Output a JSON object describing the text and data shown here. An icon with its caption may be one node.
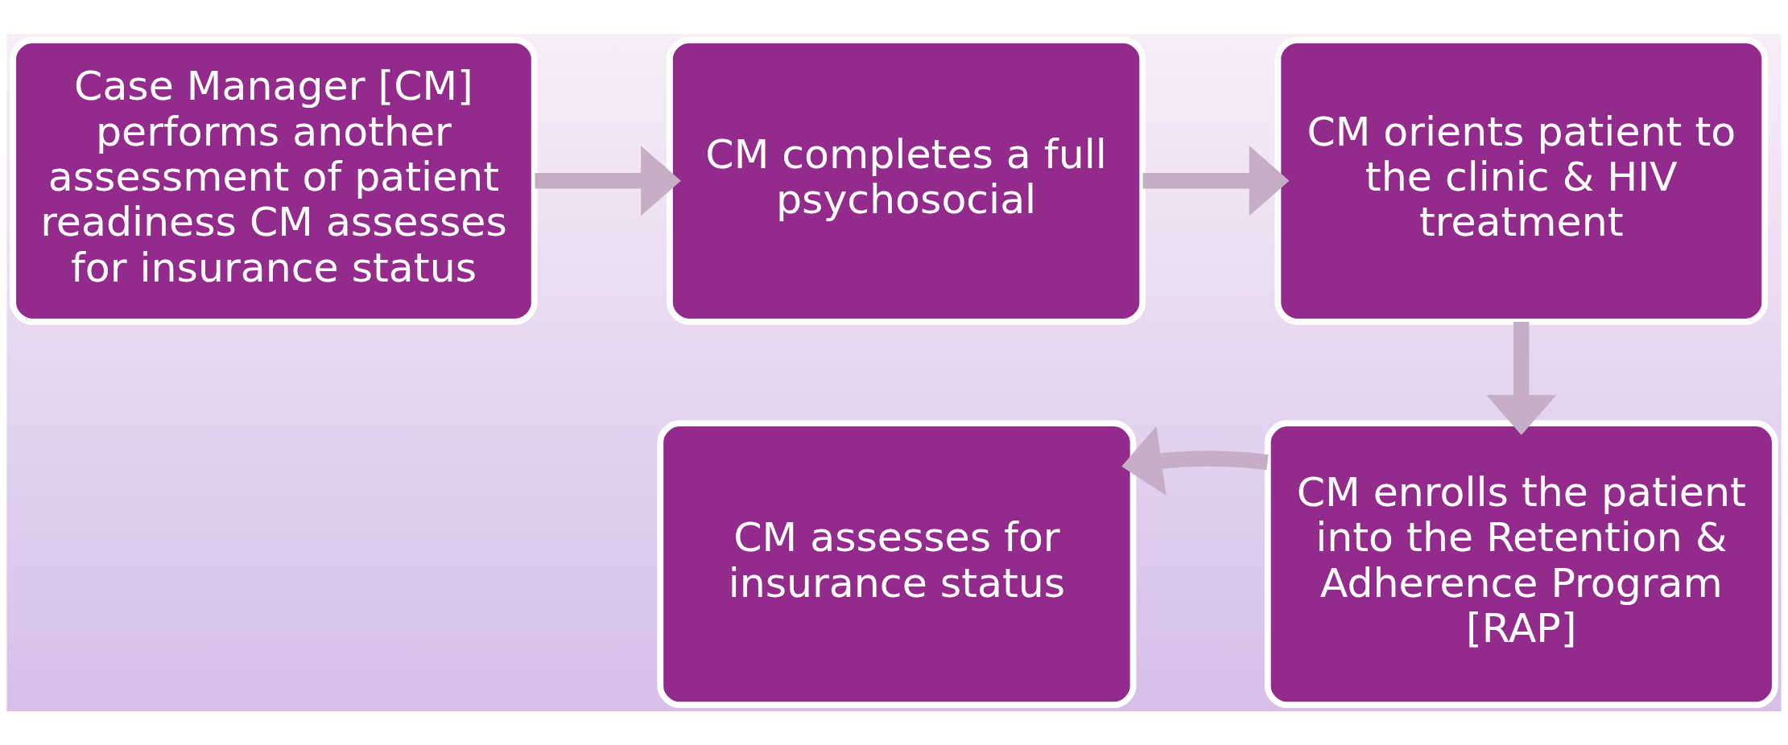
{
  "diagram": {
    "nodes": [
      {
        "text": [
          "Case Manager [CM] performs another assessment of patient readiness CM assesses for insurance status"
        ]
      },
      {
        "text": [
          "CM completes a full psychosocial"
        ]
      },
      {
        "text": [
          "CM orients patient to the clinic & HIV treatment"
        ]
      },
      {
        "text": [
          "CM enrolls the patient into the Retention & Adherence Program [RAP]"
        ]
      },
      {
        "text": [
          "CM assesses for insurance status"
        ]
      }
    ],
    "edges": [
      {
        "from": 0,
        "to": 1,
        "arrow": "to"
      },
      {
        "from": 1,
        "to": 2,
        "arrow": "to"
      },
      {
        "from": 2,
        "to": 3,
        "arrow": "to"
      },
      {
        "from": 3,
        "to": 4,
        "arrow": "to"
      }
    ]
  }
}
